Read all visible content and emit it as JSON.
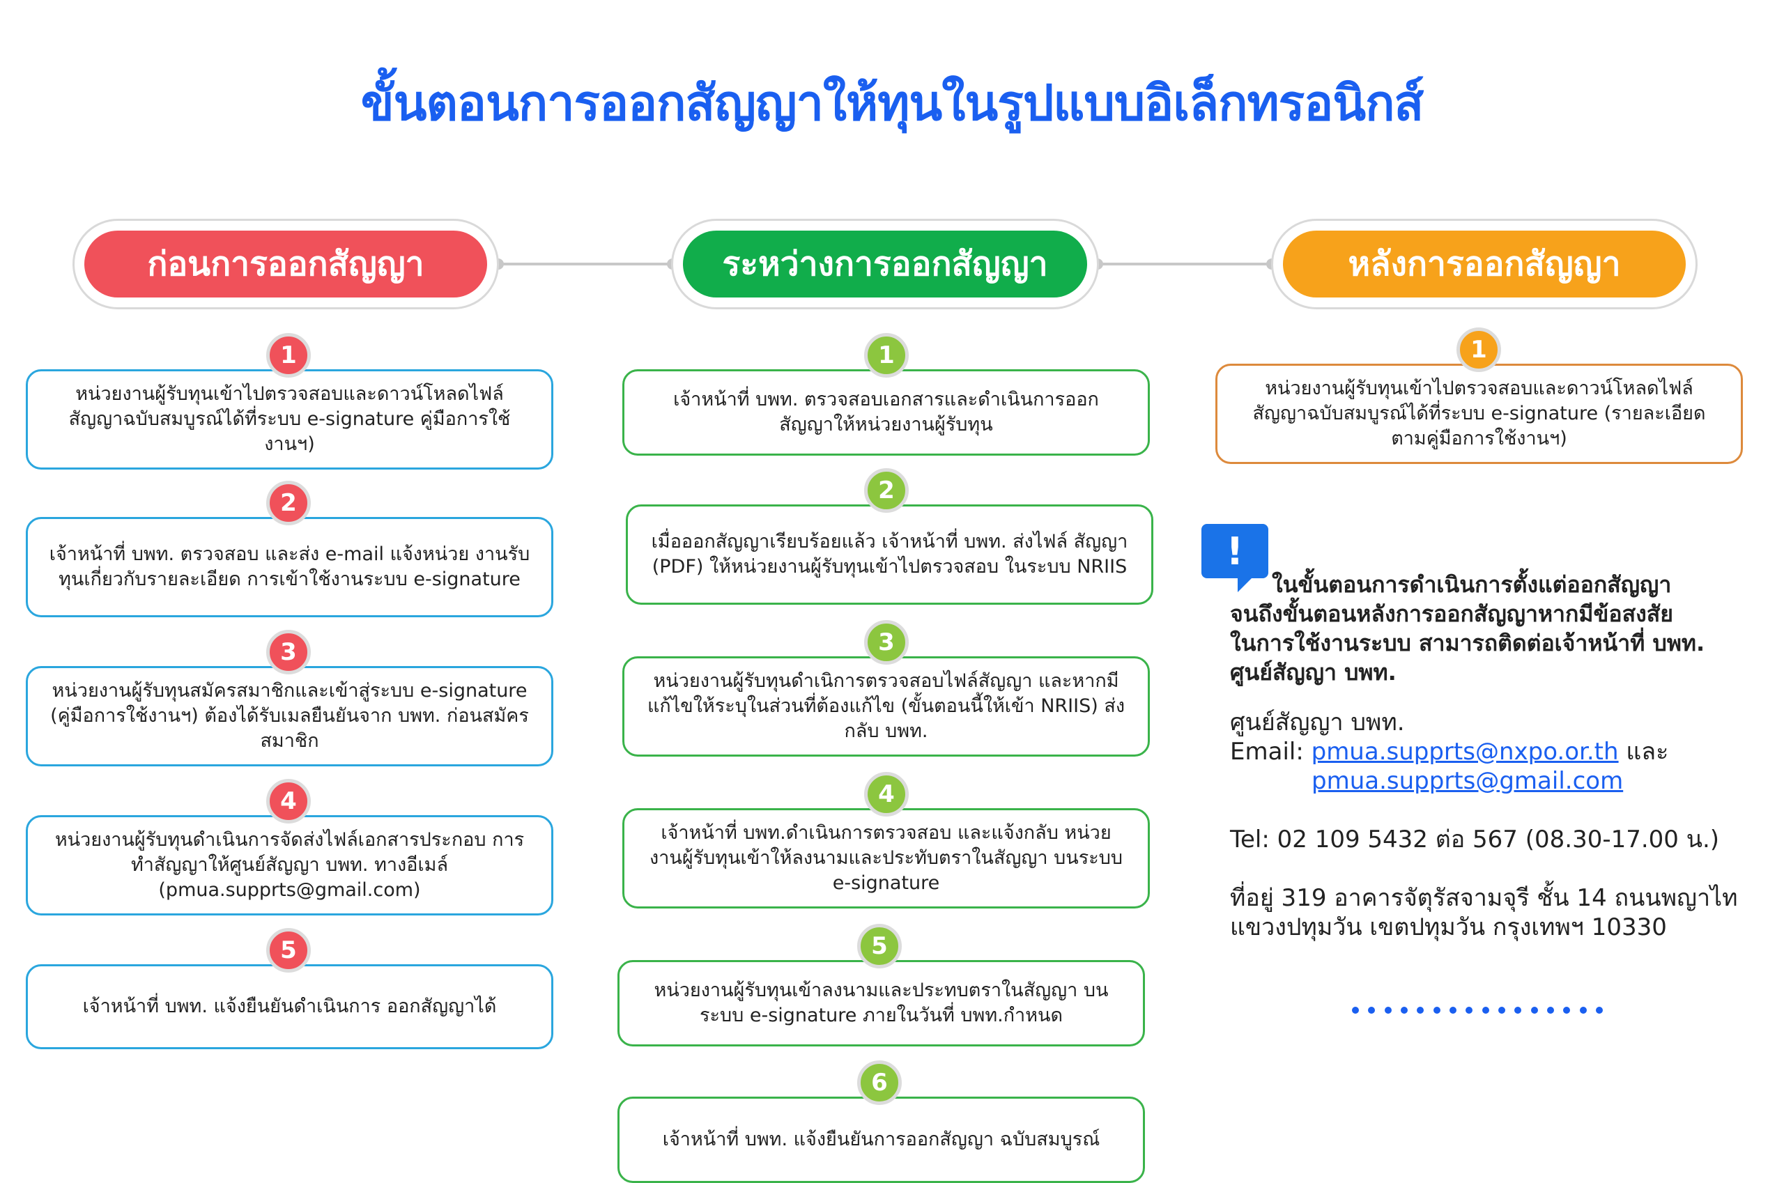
{
  "title": "ขั้นตอนการออกสัญญาให้ทุนในรูปแบบอิเล็กทรอนิกส์",
  "colors": {
    "title": "#1a5ff0",
    "before": "#f0515a",
    "during": "#11ad4b",
    "after": "#f7a21b",
    "info": "#1a73e8"
  },
  "phases": [
    {
      "label": "ก่อนการออกสัญญา",
      "steps": [
        {
          "n": "1",
          "text": "หน่วยงานผู้รับทุนเข้าไปตรวจสอบและดาวน์โหลดไฟล์ สัญญาฉบับสมบูรณ์ได้ที่ระบบ e-signature คู่มือการใช้งานฯ)"
        },
        {
          "n": "2",
          "text": "เจ้าหน้าที่ บพท. ตรวจสอบ และส่ง e-mail แจ้งหน่วย งานรับทุนเกี่ยวกับรายละเอียด การเข้าใช้งานระบบ e-signature"
        },
        {
          "n": "3",
          "text": "หน่วยงานผู้รับทุนสมัครสมาชิกและเข้าสู่ระบบ e-signature (คู่มือการใช้งานฯ) ต้องได้รับเมลยืนยันจาก บพท. ก่อนสมัครสมาชิก"
        },
        {
          "n": "4",
          "text": "หน่วยงานผู้รับทุนดำเนินการจัดส่งไฟล์เอกสารประกอบ การทำสัญญาให้ศูนย์สัญญา บพท. ทางอีเมล์ (pmua.supprts@gmail.com)"
        },
        {
          "n": "5",
          "text": "เจ้าหน้าที่ บพท. แจ้งยืนยันดำเนินการ ออกสัญญาได้"
        }
      ]
    },
    {
      "label": "ระหว่างการออกสัญญา",
      "steps": [
        {
          "n": "1",
          "text": "เจ้าหน้าที่ บพท. ตรวจสอบเอกสารและดำเนินการออก สัญญาให้หน่วยงานผู้รับทุน"
        },
        {
          "n": "2",
          "text": "เมื่อออกสัญญาเรียบร้อยแล้ว เจ้าหน้าที่ บพท. ส่งไฟล์ สัญญา (PDF) ให้หน่วยงานผู้รับทุนเข้าไปตรวจสอบ ในระบบ NRIIS"
        },
        {
          "n": "3",
          "text": "หน่วยงานผู้รับทุนดำเนิการตรวจสอบไฟล์สัญญา และหากมีแก้ไขให้ระบุในส่วนที่ต้องแก้ไข (ขั้นตอนนี้ให้เข้า NRIIS) ส่งกลับ บพท."
        },
        {
          "n": "4",
          "text": "เจ้าหน้าที่ บพท.ดำเนินการตรวจสอบ และแจ้งกลับ หน่วยงานผู้รับทุนเข้าให้ลงนามและประทับตราในสัญญา บนระบบ e-signature"
        },
        {
          "n": "5",
          "text": "หน่วยงานผู้รับทุนเข้าลงนามและประทบตราในสัญญา บนระบบ e-signature ภายในวันที่ บพท.กำหนด"
        },
        {
          "n": "6",
          "text": "เจ้าหน้าที่ บพท. แจ้งยืนยันการออกสัญญา ฉบับสมบูรณ์"
        }
      ]
    },
    {
      "label": "หลังการออกสัญญา",
      "steps": [
        {
          "n": "1",
          "text": "หน่วยงานผู้รับทุนเข้าไปตรวจสอบและดาวน์โหลดไฟล์ สัญญาฉบับสมบูรณ์ได้ที่ระบบ e-signature (รายละเอียดตามคู่มือการใช้งานฯ)"
        }
      ]
    }
  ],
  "info": {
    "icon_symbol": "!",
    "icon": "speech-bubble-exclamation-icon",
    "bold_line1": "ในขั้นตอนการดำเนินการตั้งแต่ออกสัญญา",
    "bold_line2": "จนถึงขั้นตอนหลังการออกสัญญาหากมีข้อสงสัย",
    "bold_line3": "ในการใช้งานระบบ สามารถติดต่อเจ้าหน้าที่ บพท.",
    "bold_line4": "ศูนย์สัญญา บพท.",
    "center_name": "ศูนย์สัญญา บพท.",
    "email_label": "Email:",
    "email1": "pmua.supprts@nxpo.or.th",
    "and": "และ",
    "email2": "pmua.supprts@gmail.com",
    "tel": "Tel: 02 109 5432 ต่อ 567 (08.30-17.00 น.)",
    "address_line1": "ที่อยู่ 319 อาคารจัตุรัสจามจุรี ชั้น 14 ถนนพญาไท",
    "address_line2": "แขวงปทุมวัน เขตปทุมวัน กรุงเทพฯ 10330"
  }
}
